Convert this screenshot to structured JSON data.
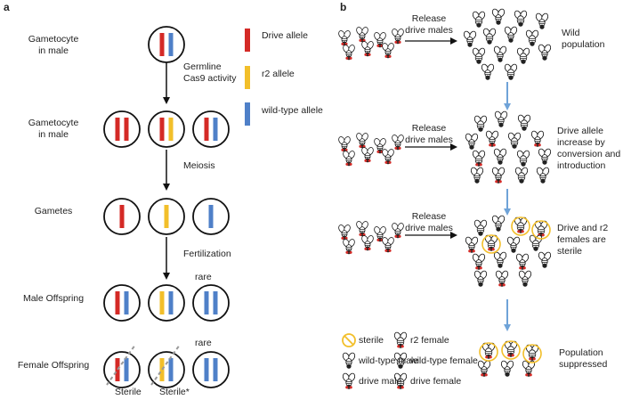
{
  "panel_a": {
    "panel_label": "a",
    "rows": [
      {
        "label_line1": "Gametocyte",
        "label_line2": "in male"
      },
      {
        "label_line1": "Gametocyte",
        "label_line2": "in male"
      },
      {
        "label_line1": "Gametes",
        "label_line2": ""
      },
      {
        "label_line1": "Male Offspring",
        "label_line2": ""
      },
      {
        "label_line1": "Female Offspring",
        "label_line2": ""
      }
    ],
    "steps": [
      {
        "line1": "Germline",
        "line2": "Cas9 activity"
      },
      {
        "line1": "Meiosis",
        "line2": ""
      },
      {
        "line1": "Fertilization",
        "line2": ""
      }
    ],
    "rare_label": "rare",
    "sterile_labels": [
      "Sterile",
      "Sterile*"
    ],
    "legend": [
      {
        "label": "Drive allele",
        "color": "#d42a26"
      },
      {
        "label": "r2 allele",
        "color": "#f2bf2a"
      },
      {
        "label": "wild-type allele",
        "color": "#4f80c8"
      }
    ]
  },
  "panel_b": {
    "panel_label": "b",
    "release_line1": "Release",
    "release_line2": "drive males",
    "stages": [
      {
        "line1": "Wild",
        "line2": "population",
        "line3": ""
      },
      {
        "line1": "Drive allele",
        "line2": "increase by",
        "line3": "conversion and",
        "line4": "introduction"
      },
      {
        "line1": "Drive and r2",
        "line2": "females are",
        "line3": "sterile"
      },
      {
        "line1": "Population",
        "line2": "suppressed",
        "line3": ""
      }
    ],
    "legend": [
      {
        "label": "sterile",
        "icon": "sterile-icon"
      },
      {
        "label": "wild-type male",
        "icon": "wild-type-male-icon"
      },
      {
        "label": "drive male",
        "icon": "drive-male-icon"
      },
      {
        "label": "r2 female",
        "icon": "r2-female-icon"
      },
      {
        "label": "wild-type female",
        "icon": "wild-type-female-icon"
      },
      {
        "label": "drive female",
        "icon": "drive-female-icon"
      }
    ]
  },
  "colors": {
    "drive": "#d42a26",
    "r2": "#f2bf2a",
    "wild_type": "#4f80c8",
    "arrow_blue": "#6fa3d8",
    "sterile_ring": "#f2bf2a"
  }
}
